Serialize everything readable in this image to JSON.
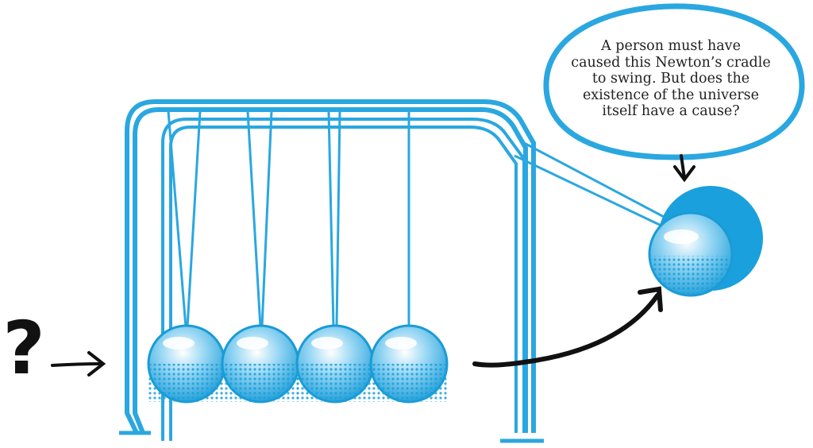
{
  "question_mark": "?",
  "thought_bubble": {
    "lines": [
      "A person must have",
      "caused this Newton’s cradle",
      "to swing. But does the",
      "existence of the universe",
      "itself have a cause?"
    ]
  },
  "colors": {
    "frame_blue": "#2aa7e0",
    "ball_blue": "#1aa0dc",
    "ink": "#111111",
    "background": "#ffffff"
  }
}
